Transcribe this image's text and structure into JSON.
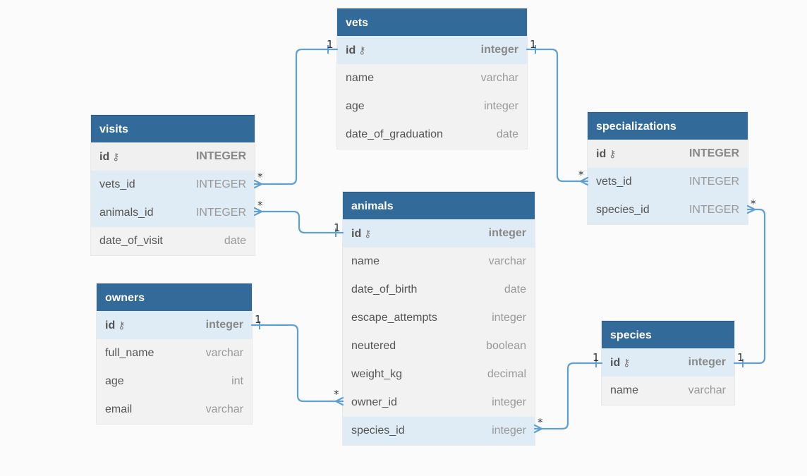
{
  "tables": {
    "vets": {
      "title": "vets",
      "rows": [
        {
          "name": "id",
          "type": "integer",
          "key": "key-icon"
        },
        {
          "name": "name",
          "type": "varchar"
        },
        {
          "name": "age",
          "type": "integer"
        },
        {
          "name": "date_of_graduation",
          "type": "date"
        }
      ]
    },
    "visits": {
      "title": "visits",
      "rows": [
        {
          "name": "id",
          "type": "INTEGER",
          "key": "key-icon"
        },
        {
          "name": "vets_id",
          "type": "INTEGER"
        },
        {
          "name": "animals_id",
          "type": "INTEGER"
        },
        {
          "name": "date_of_visit",
          "type": "date"
        }
      ]
    },
    "specializations": {
      "title": "specializations",
      "rows": [
        {
          "name": "id",
          "type": "INTEGER",
          "key": "key-icon"
        },
        {
          "name": "vets_id",
          "type": "INTEGER"
        },
        {
          "name": "species_id",
          "type": "INTEGER"
        }
      ]
    },
    "animals": {
      "title": "animals",
      "rows": [
        {
          "name": "id",
          "type": "integer",
          "key": "key-icon"
        },
        {
          "name": "name",
          "type": "varchar"
        },
        {
          "name": "date_of_birth",
          "type": "date"
        },
        {
          "name": "escape_attempts",
          "type": "integer"
        },
        {
          "name": "neutered",
          "type": "boolean"
        },
        {
          "name": "weight_kg",
          "type": "decimal"
        },
        {
          "name": "owner_id",
          "type": "integer"
        },
        {
          "name": "species_id",
          "type": "integer"
        }
      ]
    },
    "owners": {
      "title": "owners",
      "rows": [
        {
          "name": "id",
          "type": "integer",
          "key": "key-icon"
        },
        {
          "name": "full_name",
          "type": "varchar"
        },
        {
          "name": "age",
          "type": "int"
        },
        {
          "name": "email",
          "type": "varchar"
        }
      ]
    },
    "species": {
      "title": "species",
      "rows": [
        {
          "name": "id",
          "type": "integer",
          "key": "key-icon"
        },
        {
          "name": "name",
          "type": "varchar"
        }
      ]
    }
  },
  "relationships": [
    {
      "from": "visits.vets_id",
      "to": "vets.id",
      "from_card": "*",
      "to_card": "1"
    },
    {
      "from": "visits.animals_id",
      "to": "animals.id",
      "from_card": "*",
      "to_card": "1"
    },
    {
      "from": "specializations.vets_id",
      "to": "vets.id",
      "from_card": "*",
      "to_card": "1"
    },
    {
      "from": "specializations.species_id",
      "to": "species.id",
      "from_card": "*",
      "to_card": "1"
    },
    {
      "from": "animals.owner_id",
      "to": "owners.id",
      "from_card": "*",
      "to_card": "1"
    },
    {
      "from": "animals.species_id",
      "to": "species.id",
      "from_card": "*",
      "to_card": "1"
    }
  ],
  "colors": {
    "header": "#326a9a",
    "link": "#5f9fd1",
    "highlight_row": "#e0ecf5",
    "row": "#f2f2f2"
  }
}
